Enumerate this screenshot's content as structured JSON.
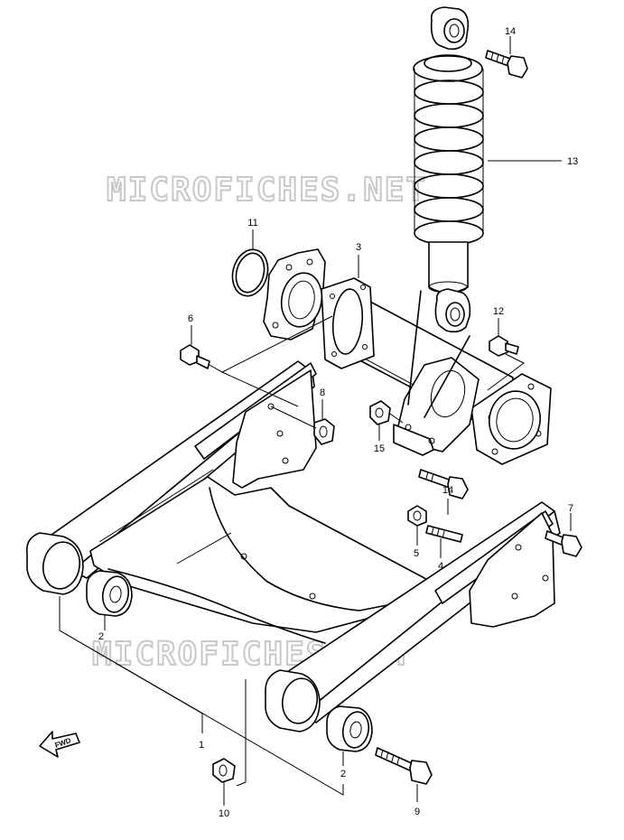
{
  "watermark": {
    "top": "MICROFICHES.NET",
    "bottom": "MICROFICHES.NET"
  },
  "fwd_label": "FWD",
  "parts": {
    "p1": "1",
    "p2a": "2",
    "p2b": "2",
    "p3": "3",
    "p4": "4",
    "p5": "5",
    "p6": "6",
    "p7": "7",
    "p8": "8",
    "p9": "9",
    "p10": "10",
    "p11": "11",
    "p12": "12",
    "p13": "13",
    "p14a": "14",
    "p14b": "14",
    "p15": "15"
  }
}
